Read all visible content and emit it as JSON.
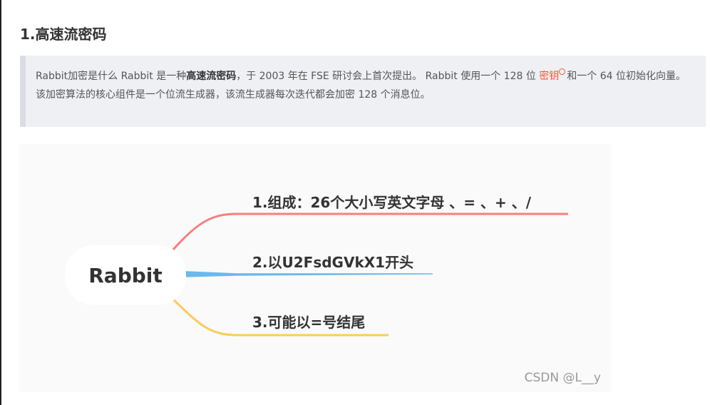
{
  "heading": "1.高速流密码",
  "quote": {
    "part1": "Rabbit加密是什么 Rabbit 是一种",
    "bold": "高速流密码",
    "part2": "，于 2003 年在 FSE 研讨会上首次提出。 Rabbit 使用一个 128 位 ",
    "keyword": "密钥",
    "part3": "和一个 64 位初始化向量。 该加密算法的核心组件是一个位流生成器，该流生成器每次迭代都会加密 128 个消息位。"
  },
  "mindmap": {
    "root": "Rabbit",
    "branches": [
      {
        "label": "1.组成：26个大小写英文字母 、= 、+ 、/",
        "color": "#f87e7e"
      },
      {
        "label": "2.以U2FsdGVkX1开头",
        "color": "#6bb8ec"
      },
      {
        "label": "3.可能以=号结尾",
        "color": "#fccb5a"
      }
    ],
    "watermark": "CSDN @L__y"
  }
}
